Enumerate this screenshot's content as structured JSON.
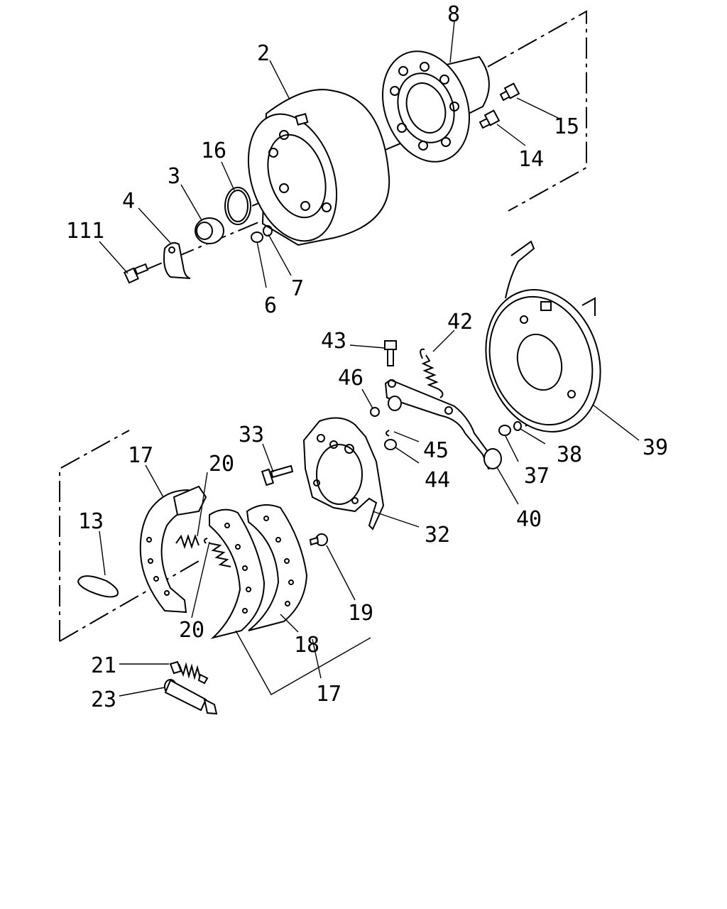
{
  "labels": {
    "p2": "2",
    "p3": "3",
    "p4": "4",
    "p6": "6",
    "p7": "7",
    "p8": "8",
    "p13": "13",
    "p14": "14",
    "p15": "15",
    "p16": "16",
    "p17a": "17",
    "p17b": "17",
    "p18": "18",
    "p19": "19",
    "p20a": "20",
    "p20b": "20",
    "p21": "21",
    "p23": "23",
    "p32": "32",
    "p33": "33",
    "p37": "37",
    "p38": "38",
    "p39": "39",
    "p40": "40",
    "p42": "42",
    "p43": "43",
    "p44": "44",
    "p45": "45",
    "p46": "46",
    "p111": "111"
  }
}
